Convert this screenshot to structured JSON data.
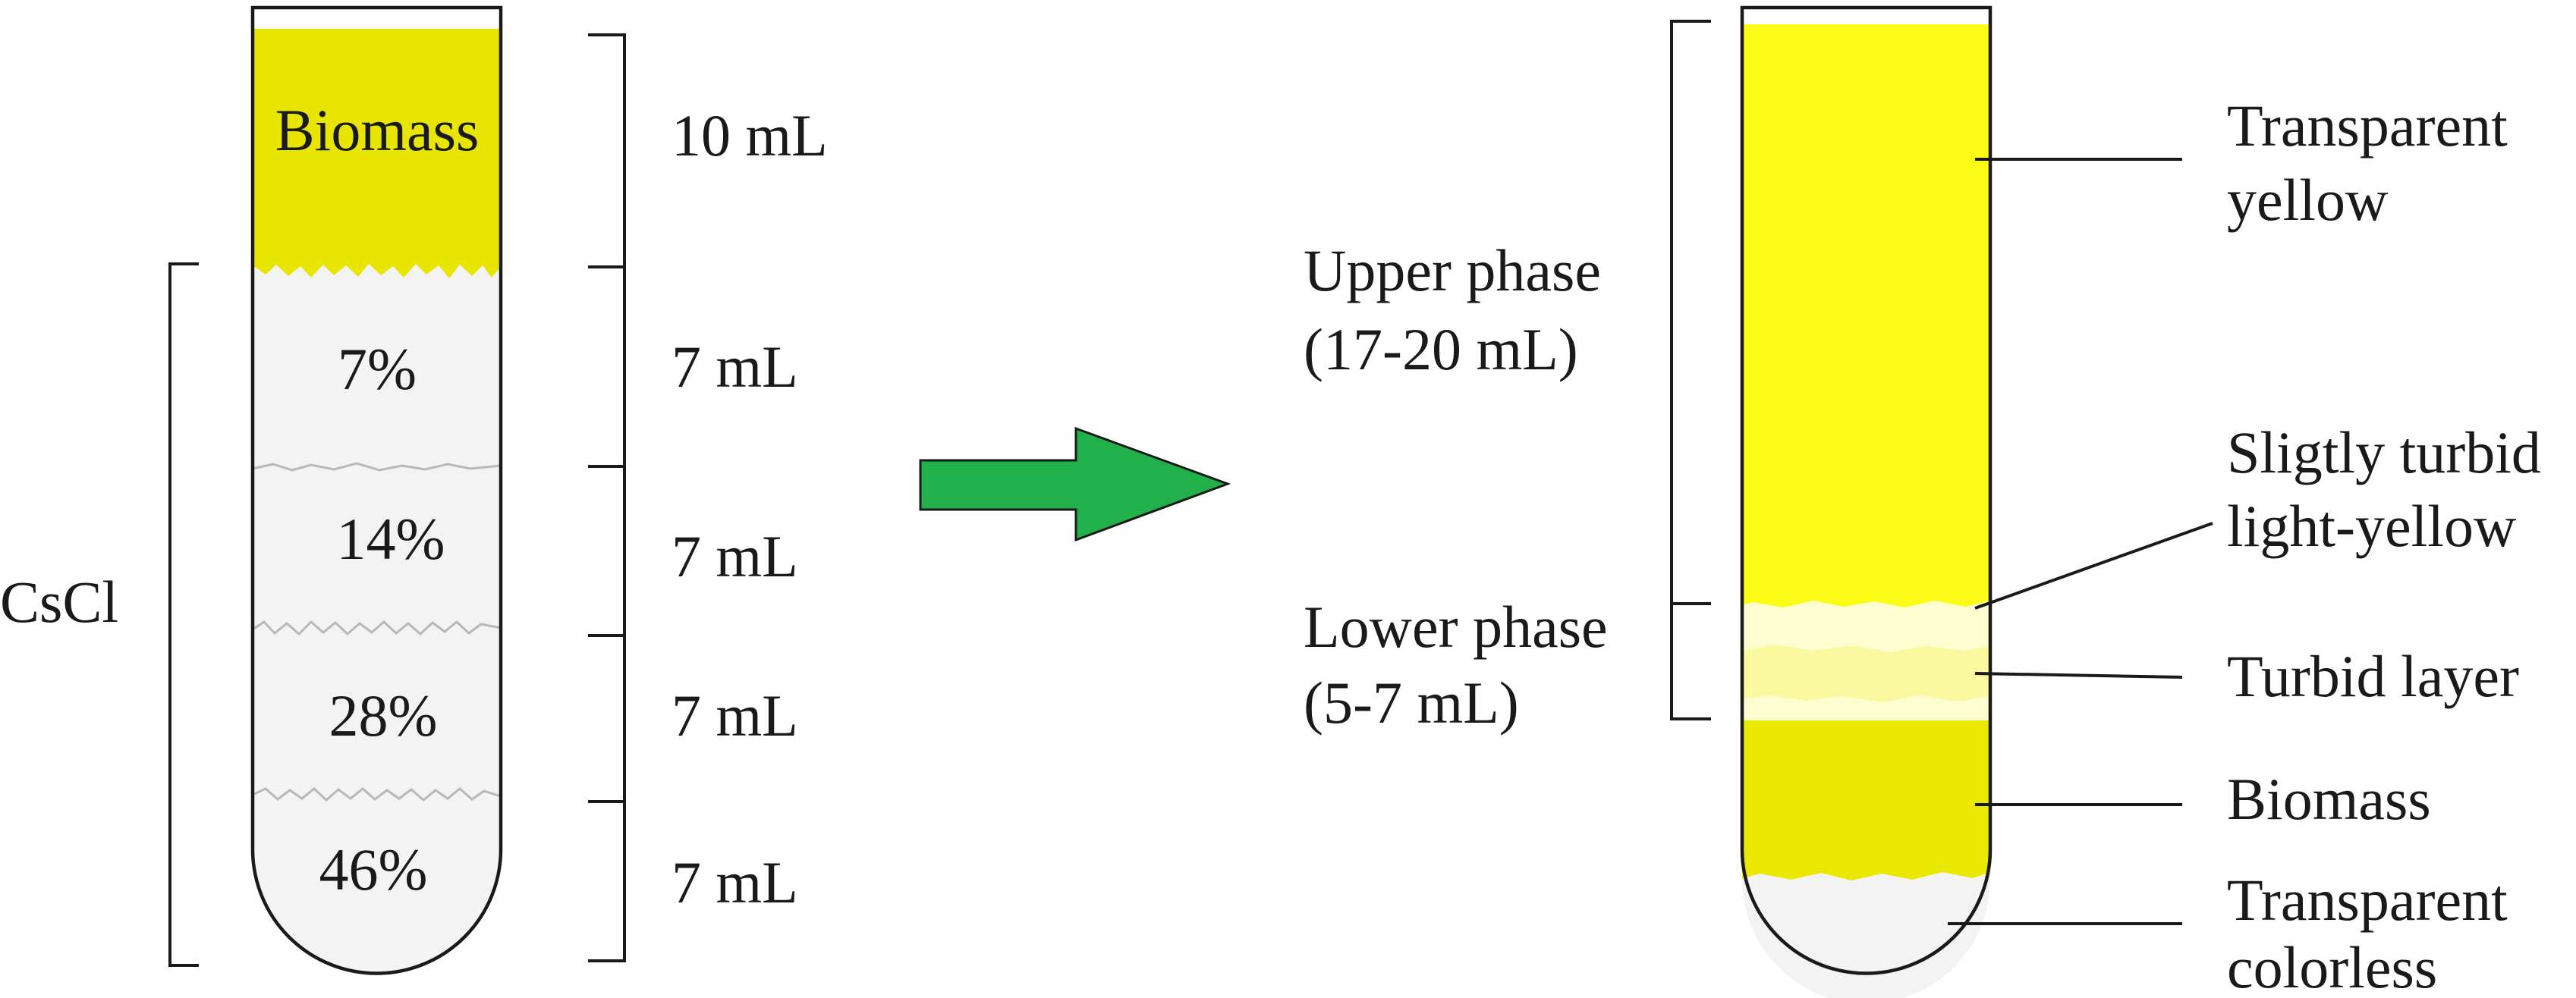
{
  "left_tube": {
    "top_layer_label": "Biomass",
    "layers": [
      {
        "label": "7%",
        "volume": "7 mL"
      },
      {
        "label": "14%",
        "volume": "7 mL"
      },
      {
        "label": "28%",
        "volume": "7 mL"
      },
      {
        "label": "46%",
        "volume": "7 mL"
      }
    ],
    "top_volume": "10 mL",
    "bracket_label": "CsCl"
  },
  "right_tube": {
    "upper_phase": {
      "line1": "Upper phase",
      "line2": "(17-20 mL)"
    },
    "lower_phase": {
      "line1": "Lower phase",
      "line2": "(5-7 mL)"
    },
    "annotations": [
      {
        "line1": "Transparent",
        "line2": "yellow"
      },
      {
        "line1": "Sligtly turbid",
        "line2": "light-yellow"
      },
      {
        "line1": "Turbid layer",
        "line2": ""
      },
      {
        "line1": "Biomass",
        "line2": ""
      },
      {
        "line1": "Transparent",
        "line2": "colorless"
      }
    ]
  },
  "colors": {
    "biomass_yellow": "#e8e600",
    "bright_yellow": "#fcfc16",
    "pale_yellow": "#fdfdd0",
    "turbid_yellow": "#fbf9a0",
    "gradient_grey": "#f3f3f3",
    "arrow_green": "#22b04a"
  }
}
